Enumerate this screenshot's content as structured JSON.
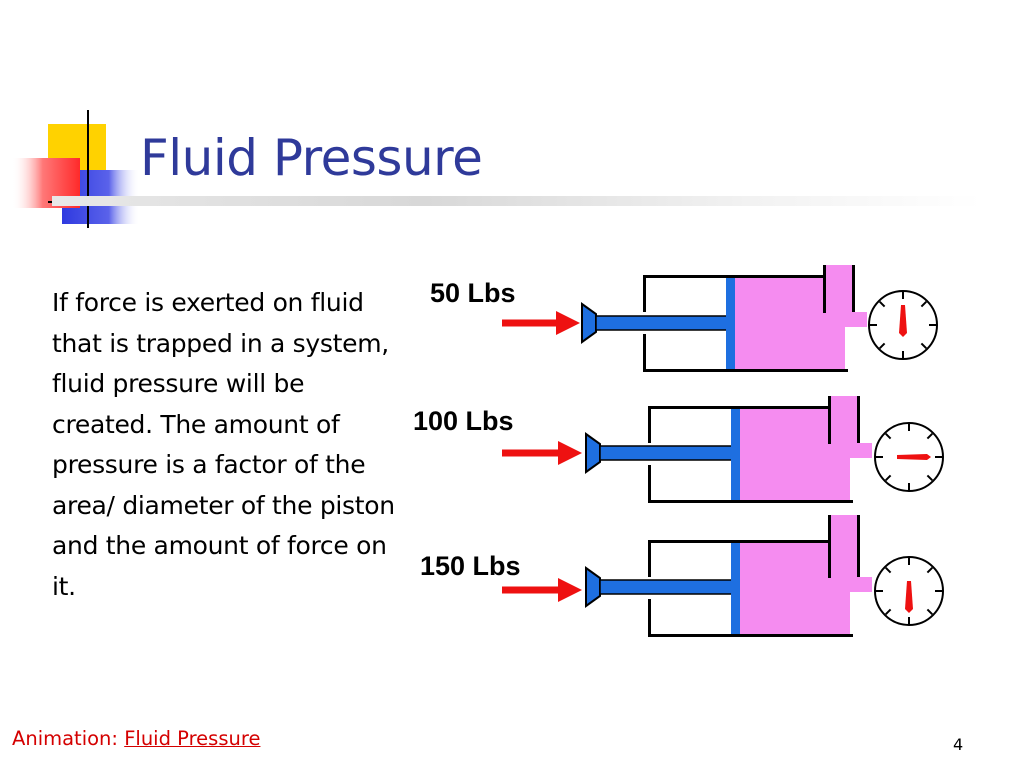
{
  "slide": {
    "title": "Fluid Pressure",
    "body": "If force is exerted on fluid that is trapped in a system, fluid pressure will be created. The amount of pressure is a factor of the area/ diameter of the piston and the amount of force on it.",
    "footer_prefix": "Animation: ",
    "footer_link": "Fluid Pressure",
    "slide_number": "4"
  },
  "diagram": {
    "units": [
      {
        "force_label": "50 Lbs"
      },
      {
        "force_label": "100 Lbs"
      },
      {
        "force_label": "150 Lbs"
      }
    ]
  },
  "colors": {
    "title": "#2f3a9a",
    "fluid": "#f58cf0",
    "piston": "#1e6fe0",
    "arrow": "#ee1111",
    "footer": "#d40000",
    "deco_yellow": "#ffd200",
    "deco_blue": "#2f3ae0",
    "deco_red": "#ff3a3a"
  }
}
